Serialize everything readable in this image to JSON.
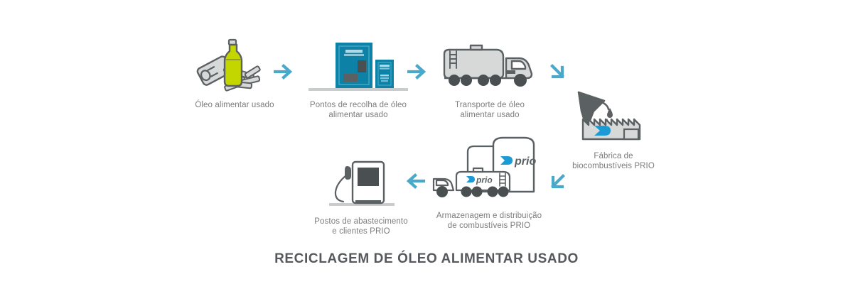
{
  "diagram": {
    "title": "RECICLAGEM DE ÓLEO ALIMENTAR USADO",
    "brand": "prio",
    "colors": {
      "accent_cyan": "#4aa9ca",
      "kiosk_teal": "#0e82a6",
      "logo_cyan": "#1c9ad6",
      "outline_grey": "#5b6063",
      "fill_grey": "#d4d6d6",
      "oil_green": "#c4d600",
      "text_grey": "#7c7c7c",
      "title_grey": "#55585c",
      "ground_grey": "#c9cccd"
    },
    "steps": [
      {
        "id": "oil",
        "icon": "used-cooking-oil-icon",
        "caption": "Óleo alimentar usado"
      },
      {
        "id": "collection",
        "icon": "oil-collection-kiosk-icon",
        "caption": "Pontos de recolha de óleo\nalimentar usado"
      },
      {
        "id": "transport",
        "icon": "tanker-truck-icon",
        "caption": "Transporte de óleo\nalimentar usado"
      },
      {
        "id": "factory",
        "icon": "biofuel-factory-icon",
        "caption": "Fábrica de\nbiocombustíveis PRIO"
      },
      {
        "id": "storage",
        "icon": "storage-tanks-truck-icon",
        "caption": "Armazenagem e distribuição\nde combustíveis PRIO"
      },
      {
        "id": "stations",
        "icon": "fuel-pump-icon",
        "caption": "Postos de abastecimento\ne clientes PRIO"
      }
    ],
    "arrows": [
      {
        "id": "1",
        "icon": "arrow-right-icon",
        "direction": "right"
      },
      {
        "id": "2",
        "icon": "arrow-right-icon",
        "direction": "right"
      },
      {
        "id": "3",
        "icon": "arrow-down-right-icon",
        "direction": "down-right"
      },
      {
        "id": "4",
        "icon": "arrow-down-left-icon",
        "direction": "down-left"
      },
      {
        "id": "5",
        "icon": "arrow-left-icon",
        "direction": "left"
      }
    ]
  }
}
